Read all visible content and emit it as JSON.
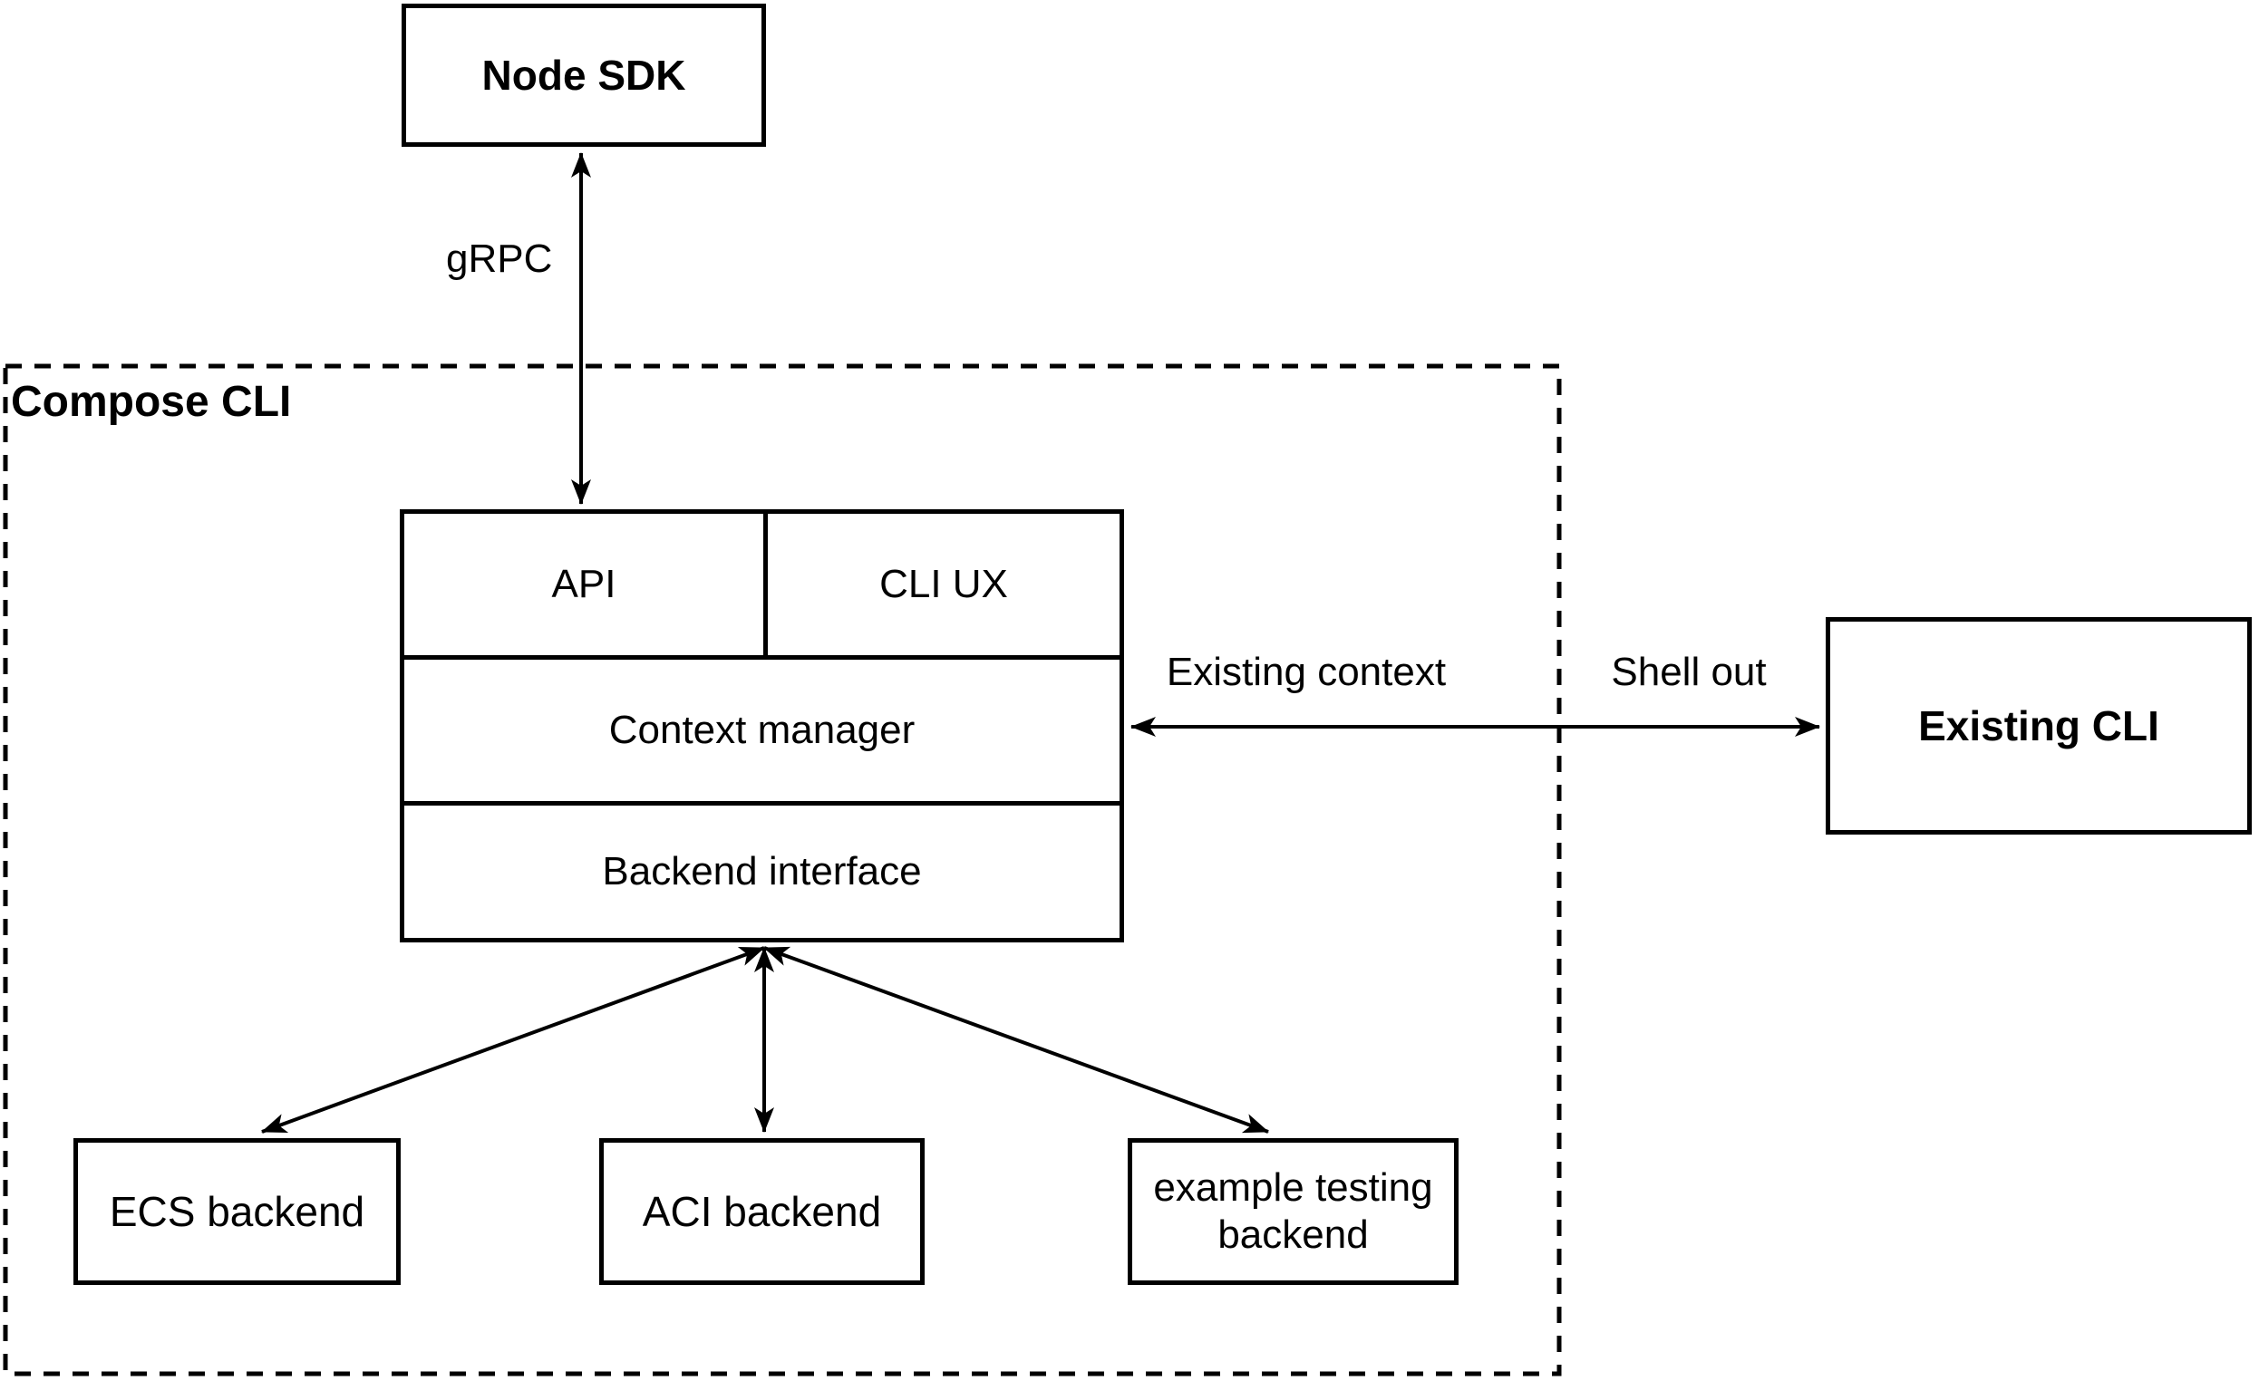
{
  "canvas": {
    "background": "#ffffff",
    "stroke_color": "#000000",
    "text_color": "#000000"
  },
  "nodes": {
    "node_sdk": {
      "label": "Node SDK"
    },
    "compose_cli_group": {
      "label": "Compose CLI"
    },
    "api": {
      "label": "API"
    },
    "cli_ux": {
      "label": "CLI UX"
    },
    "context_manager": {
      "label": "Context manager"
    },
    "backend_interface": {
      "label": "Backend interface"
    },
    "existing_cli": {
      "label": "Existing CLI"
    },
    "ecs_backend": {
      "label": "ECS backend"
    },
    "aci_backend": {
      "label": "ACI backend"
    },
    "example_testing_backend": {
      "label": "example testing backend"
    }
  },
  "edges": {
    "grpc": {
      "label": "gRPC",
      "from": "Node SDK",
      "to": "API",
      "direction": "bidirectional"
    },
    "existing_context": {
      "label": "Existing context",
      "from": "Context manager",
      "to": "Existing CLI",
      "direction": "bidirectional"
    },
    "shell_out": {
      "label": "Shell out",
      "from": "Context manager",
      "to": "Existing CLI",
      "direction": "bidirectional"
    },
    "backend_to_ecs": {
      "label": "",
      "from": "Backend interface",
      "to": "ECS backend",
      "direction": "bidirectional"
    },
    "backend_to_aci": {
      "label": "",
      "from": "Backend interface",
      "to": "ACI backend",
      "direction": "bidirectional"
    },
    "backend_to_example": {
      "label": "",
      "from": "Backend interface",
      "to": "example testing backend",
      "direction": "bidirectional"
    }
  }
}
